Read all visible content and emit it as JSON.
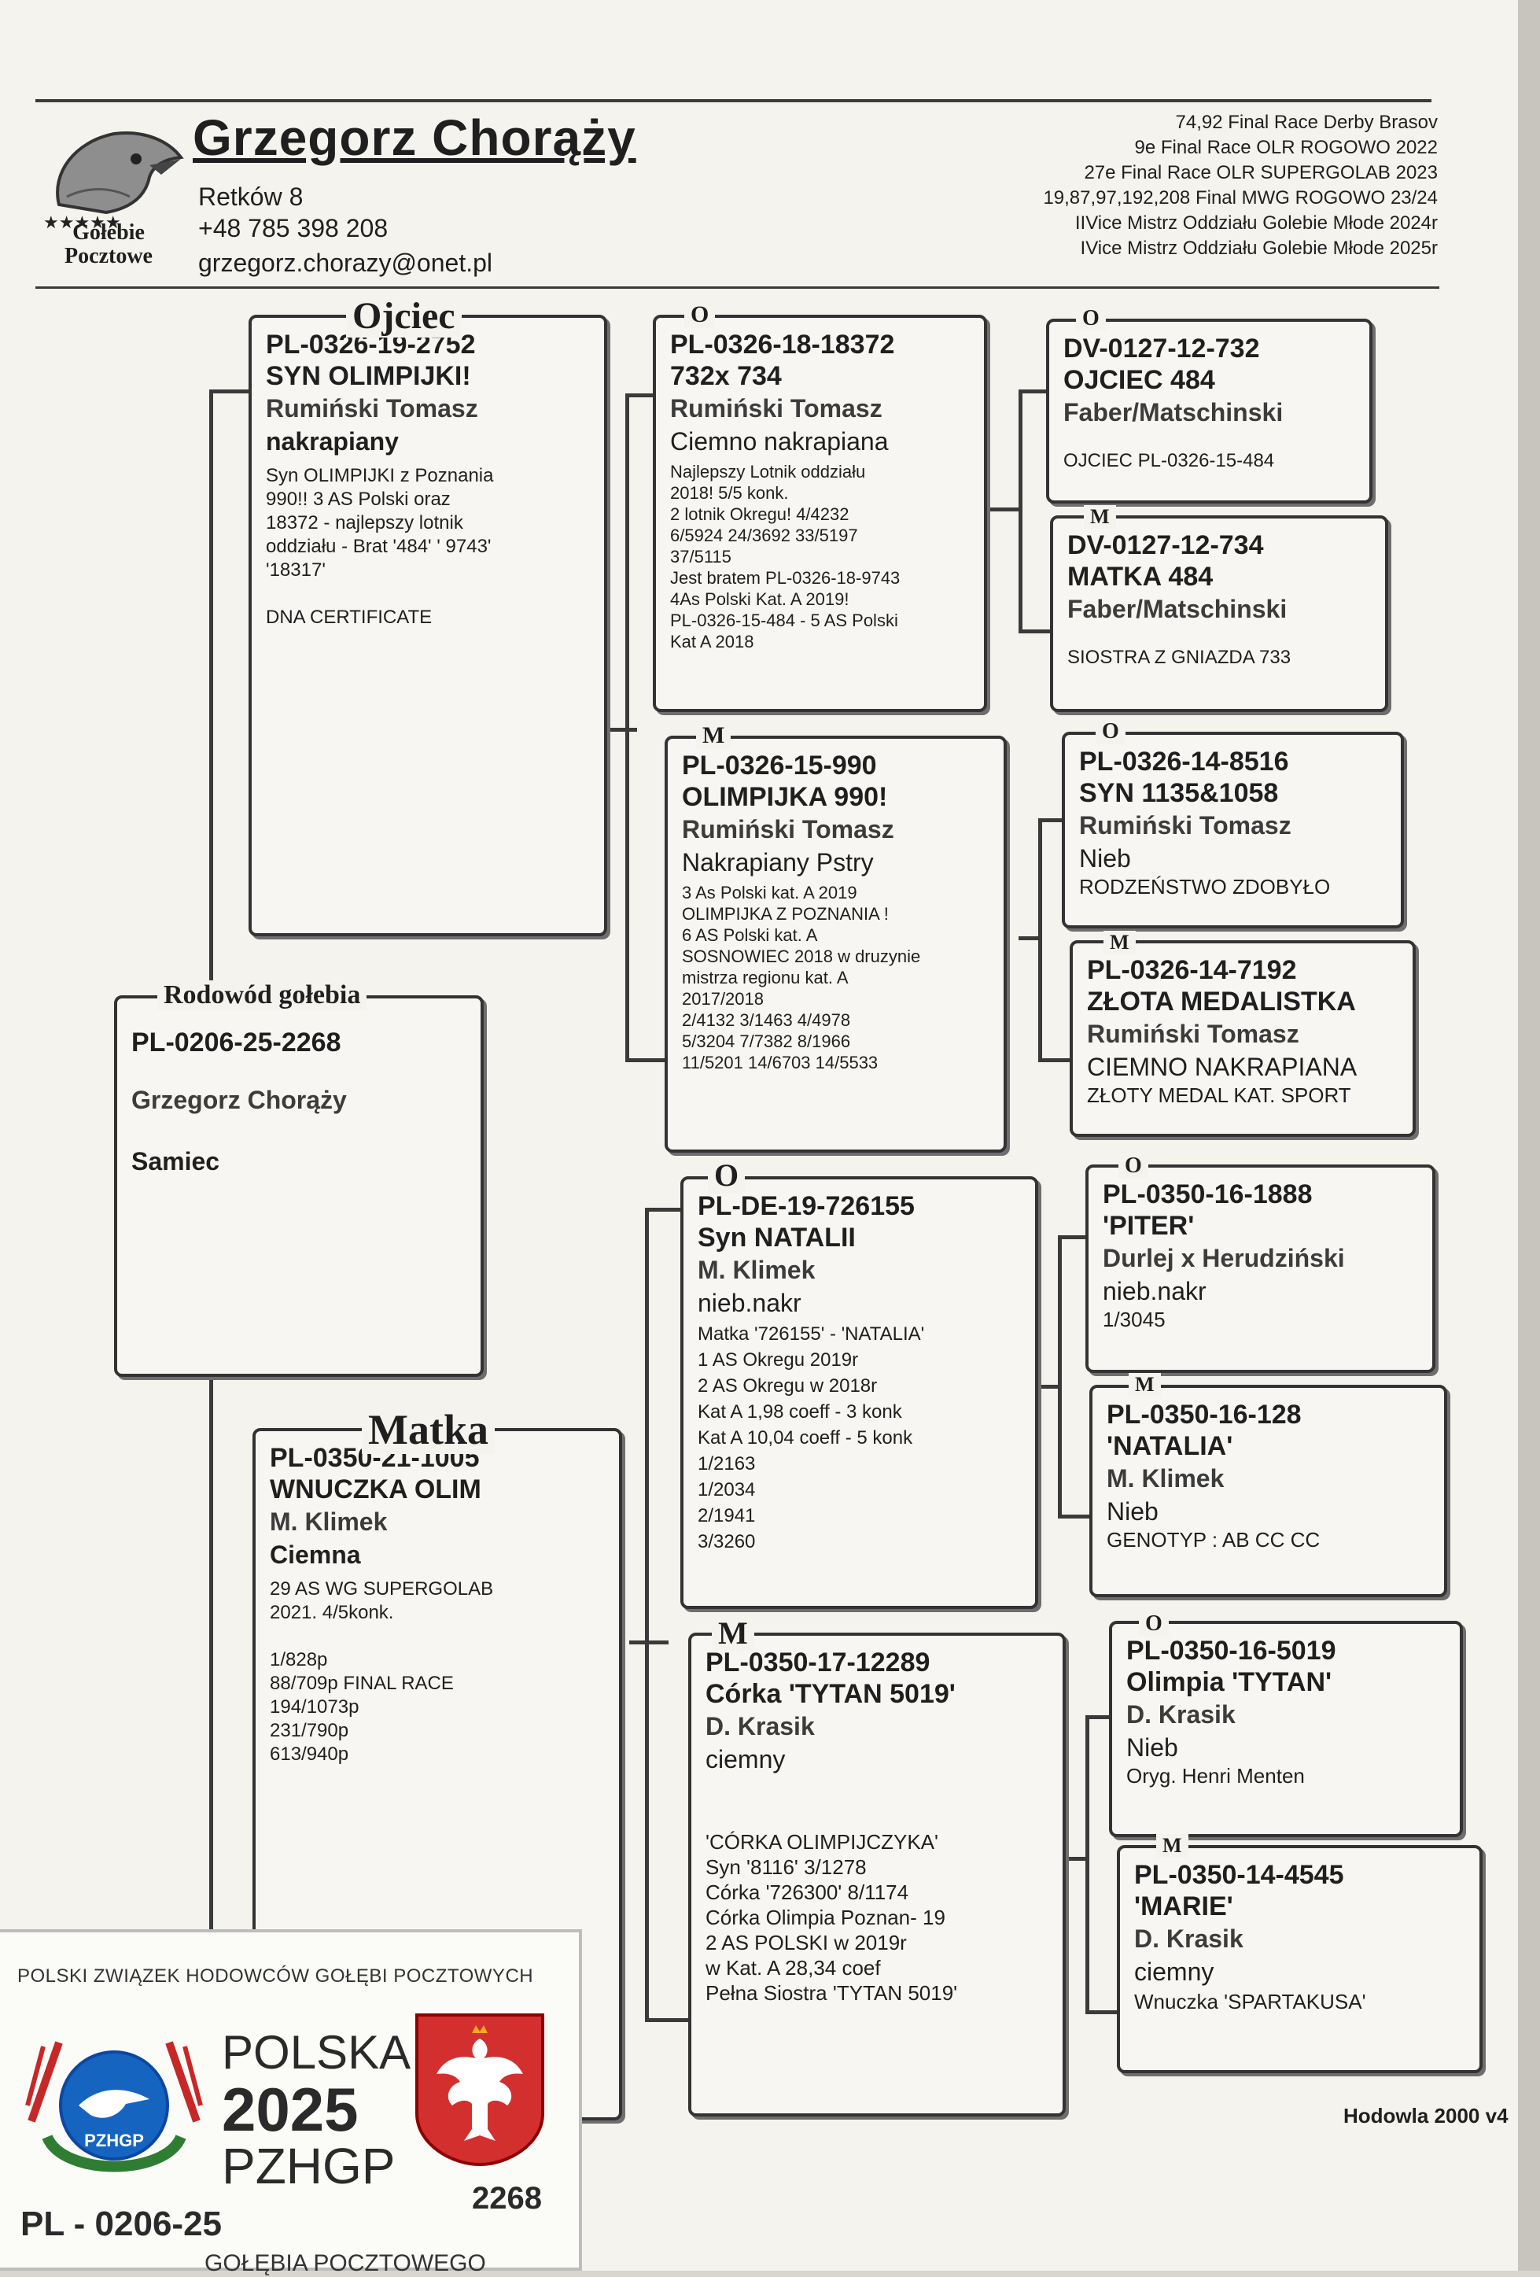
{
  "header": {
    "logo_text_1": "Gołebie",
    "logo_text_2": "Pocztowe",
    "name": "Grzegorz Chorąży",
    "address": "Retków 8",
    "phone": "+48 785 398 208",
    "email": "grzegorz.chorazy@onet.pl",
    "achievements": [
      "74,92 Final Race Derby Brasov",
      "9e Final Race OLR ROGOWO 2022",
      "27e Final Race OLR SUPERGOLAB 2023",
      "19,87,97,192,208 Final MWG ROGOWO 23/24",
      "IIVice Mistrz Oddziału Golebie Młode 2024r",
      "IVice Mistrz Oddziału Golebie Młode 2025r"
    ]
  },
  "subject": {
    "label": "Rodowód gołebia",
    "ring": "PL-0206-25-2268",
    "owner": "Grzegorz Chorąży",
    "sex": "Samiec"
  },
  "sire": {
    "label": "Ojciec",
    "ring": "PL-0326-19-2752",
    "name": "SYN OLIMPIJKI!",
    "breeder": "Rumiński Tomasz",
    "color": "nakrapiany",
    "notes": [
      "Syn OLIMPIJKI z Poznania",
      "990!! 3 AS Polski oraz",
      "18372 - najlepszy lotnik",
      "oddziału - Brat '484' ' 9743'",
      "'18317'",
      "",
      "DNA CERTIFICATE"
    ]
  },
  "dam": {
    "label": "Matka",
    "ring": "PL-0350-21-1005",
    "name": "WNUCZKA OLIM",
    "breeder": "M. Klimek",
    "color": "Ciemna",
    "notes": [
      "29 AS WG SUPERGOLAB",
      "2021.     4/5konk.",
      "",
      "1/828p",
      "88/709p   FINAL RACE",
      "194/1073p",
      "231/790p",
      "613/940p"
    ]
  },
  "ss": {
    "tag": "O",
    "ring": "PL-0326-18-18372",
    "name": "732x 734",
    "breeder": "Rumiński Tomasz",
    "color": "Ciemno nakrapiana",
    "notes": [
      "Najlepszy Lotnik oddziału",
      "2018! 5/5 konk.",
      "2 lotnik Okregu!   4/4232",
      "6/5924  24/3692  33/5197",
      "37/5115",
      "Jest bratem PL-0326-18-9743",
      "4As Polski Kat. A 2019!",
      "PL-0326-15-484 - 5 AS Polski",
      "Kat A 2018"
    ]
  },
  "sd": {
    "tag": "M",
    "ring": "PL-0326-15-990",
    "name": "OLIMPIJKA 990!",
    "breeder": "Rumiński Tomasz",
    "color": "Nakrapiany Pstry",
    "notes": [
      "3 As Polski kat. A 2019",
      "OLIMPIJKA Z POZNANIA !",
      "6 AS Polski kat. A",
      "SOSNOWIEC 2018 w druzynie",
      "mistrza regionu kat. A",
      "2017/2018",
      "2/4132  3/1463  4/4978",
      "5/3204  7/7382  8/1966",
      "11/5201  14/6703  14/5533"
    ]
  },
  "ds": {
    "tag": "O",
    "ring": "PL-DE-19-726155",
    "name": "Syn NATALII",
    "breeder": "M. Klimek",
    "color": "nieb.nakr",
    "notes": [
      "Matka '726155' - 'NATALIA'",
      "1 AS Okregu 2019r",
      "2 AS Okregu w 2018r",
      "Kat A 1,98 coeff - 3 konk",
      "Kat A 10,04 coeff - 5 konk",
      "1/2163",
      "1/2034",
      "2/1941",
      "3/3260"
    ]
  },
  "dd": {
    "tag": "M",
    "ring": "PL-0350-17-12289",
    "name": "Córka 'TYTAN 5019'",
    "breeder": "D. Krasik",
    "color": "ciemny",
    "notes": [
      "",
      "",
      "'CÓRKA OLIMPIJCZYKA'",
      "Syn '8116'  3/1278",
      "Córka '726300'  8/1174",
      "Córka Olimpia Poznan- 19",
      "2 AS POLSKI w 2019r",
      "w Kat. A  28,34 coef",
      "Pełna Siostra 'TYTAN 5019'"
    ]
  },
  "g1": {
    "tag": "O",
    "ring": "DV-0127-12-732",
    "name": "OJCIEC 484",
    "breeder": "Faber/Matschinski",
    "color": "",
    "note": "OJCIEC PL-0326-15-484"
  },
  "g2": {
    "tag": "M",
    "ring": "DV-0127-12-734",
    "name": "MATKA 484",
    "breeder": "Faber/Matschinski",
    "color": "",
    "note": "SIOSTRA Z GNIAZDA 733"
  },
  "g3": {
    "tag": "O",
    "ring": "PL-0326-14-8516",
    "name": "SYN 1135&1058",
    "breeder": "Rumiński Tomasz",
    "color": "Nieb",
    "note": "RODZEŃSTWO ZDOBYŁO"
  },
  "g4": {
    "tag": "M",
    "ring": "PL-0326-14-7192",
    "name": "ZŁOTA MEDALISTKA",
    "breeder": "Rumiński Tomasz",
    "color": "CIEMNO NAKRAPIANA",
    "note": "ZŁOTY MEDAL KAT. SPORT"
  },
  "g5": {
    "tag": "O",
    "ring": "PL-0350-16-1888",
    "name": "'PITER'",
    "breeder": "Durlej x Herudziński",
    "color": "nieb.nakr",
    "note": "1/3045"
  },
  "g6": {
    "tag": "M",
    "ring": "PL-0350-16-128",
    "name": "'NATALIA'",
    "breeder": "M. Klimek",
    "color": "Nieb",
    "note": "GENOTYP : AB CC CC"
  },
  "g7": {
    "tag": "O",
    "ring": "PL-0350-16-5019",
    "name": "Olimpia 'TYTAN'",
    "breeder": "D. Krasik",
    "color": "Nieb",
    "note": "Oryg. Henri Menten"
  },
  "g8": {
    "tag": "M",
    "ring": "PL-0350-14-4545",
    "name": "'MARIE'",
    "breeder": "D. Krasik",
    "color": "ciemny",
    "note": "Wnuczka 'SPARTAKUSA'"
  },
  "footer": {
    "software": "Hodowla 2000 v4"
  },
  "sticker": {
    "org": "POLSKI ZWIĄZEK HODOWCÓW GOŁĘBI POCZTOWYCH",
    "badge": "PZHGP",
    "country": "POLSKA",
    "year": "2025",
    "brand": "PZHGP",
    "ring_prefix": "PL - 0206-25",
    "ring_number": "2268",
    "bottom": "GOŁĘBIA POCZTOWEGO"
  }
}
